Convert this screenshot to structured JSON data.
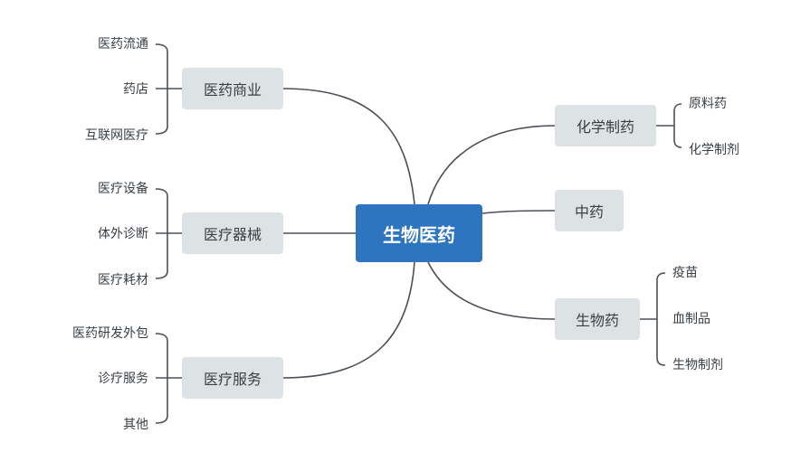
{
  "colors": {
    "root_bg": "#2e75c0",
    "root_text": "#ffffff",
    "branch_bg": "#dde3e5",
    "text": "#3a3f44",
    "line": "#4a5058"
  },
  "mindmap": {
    "root": "生物医药",
    "left_branches": [
      {
        "label": "医药商业",
        "children": [
          "医药流通",
          "药店",
          "互联网医疗"
        ]
      },
      {
        "label": "医疗器械",
        "children": [
          "医疗设备",
          "体外诊断",
          "医疗耗材"
        ]
      },
      {
        "label": "医疗服务",
        "children": [
          "医药研发外包",
          "诊疗服务",
          "其他"
        ]
      }
    ],
    "right_branches": [
      {
        "label": "化学制药",
        "children": [
          "原料药",
          "化学制剂"
        ]
      },
      {
        "label": "中药",
        "children": []
      },
      {
        "label": "生物药",
        "children": [
          "疫苗",
          "血制品",
          "生物制剂"
        ]
      }
    ]
  }
}
